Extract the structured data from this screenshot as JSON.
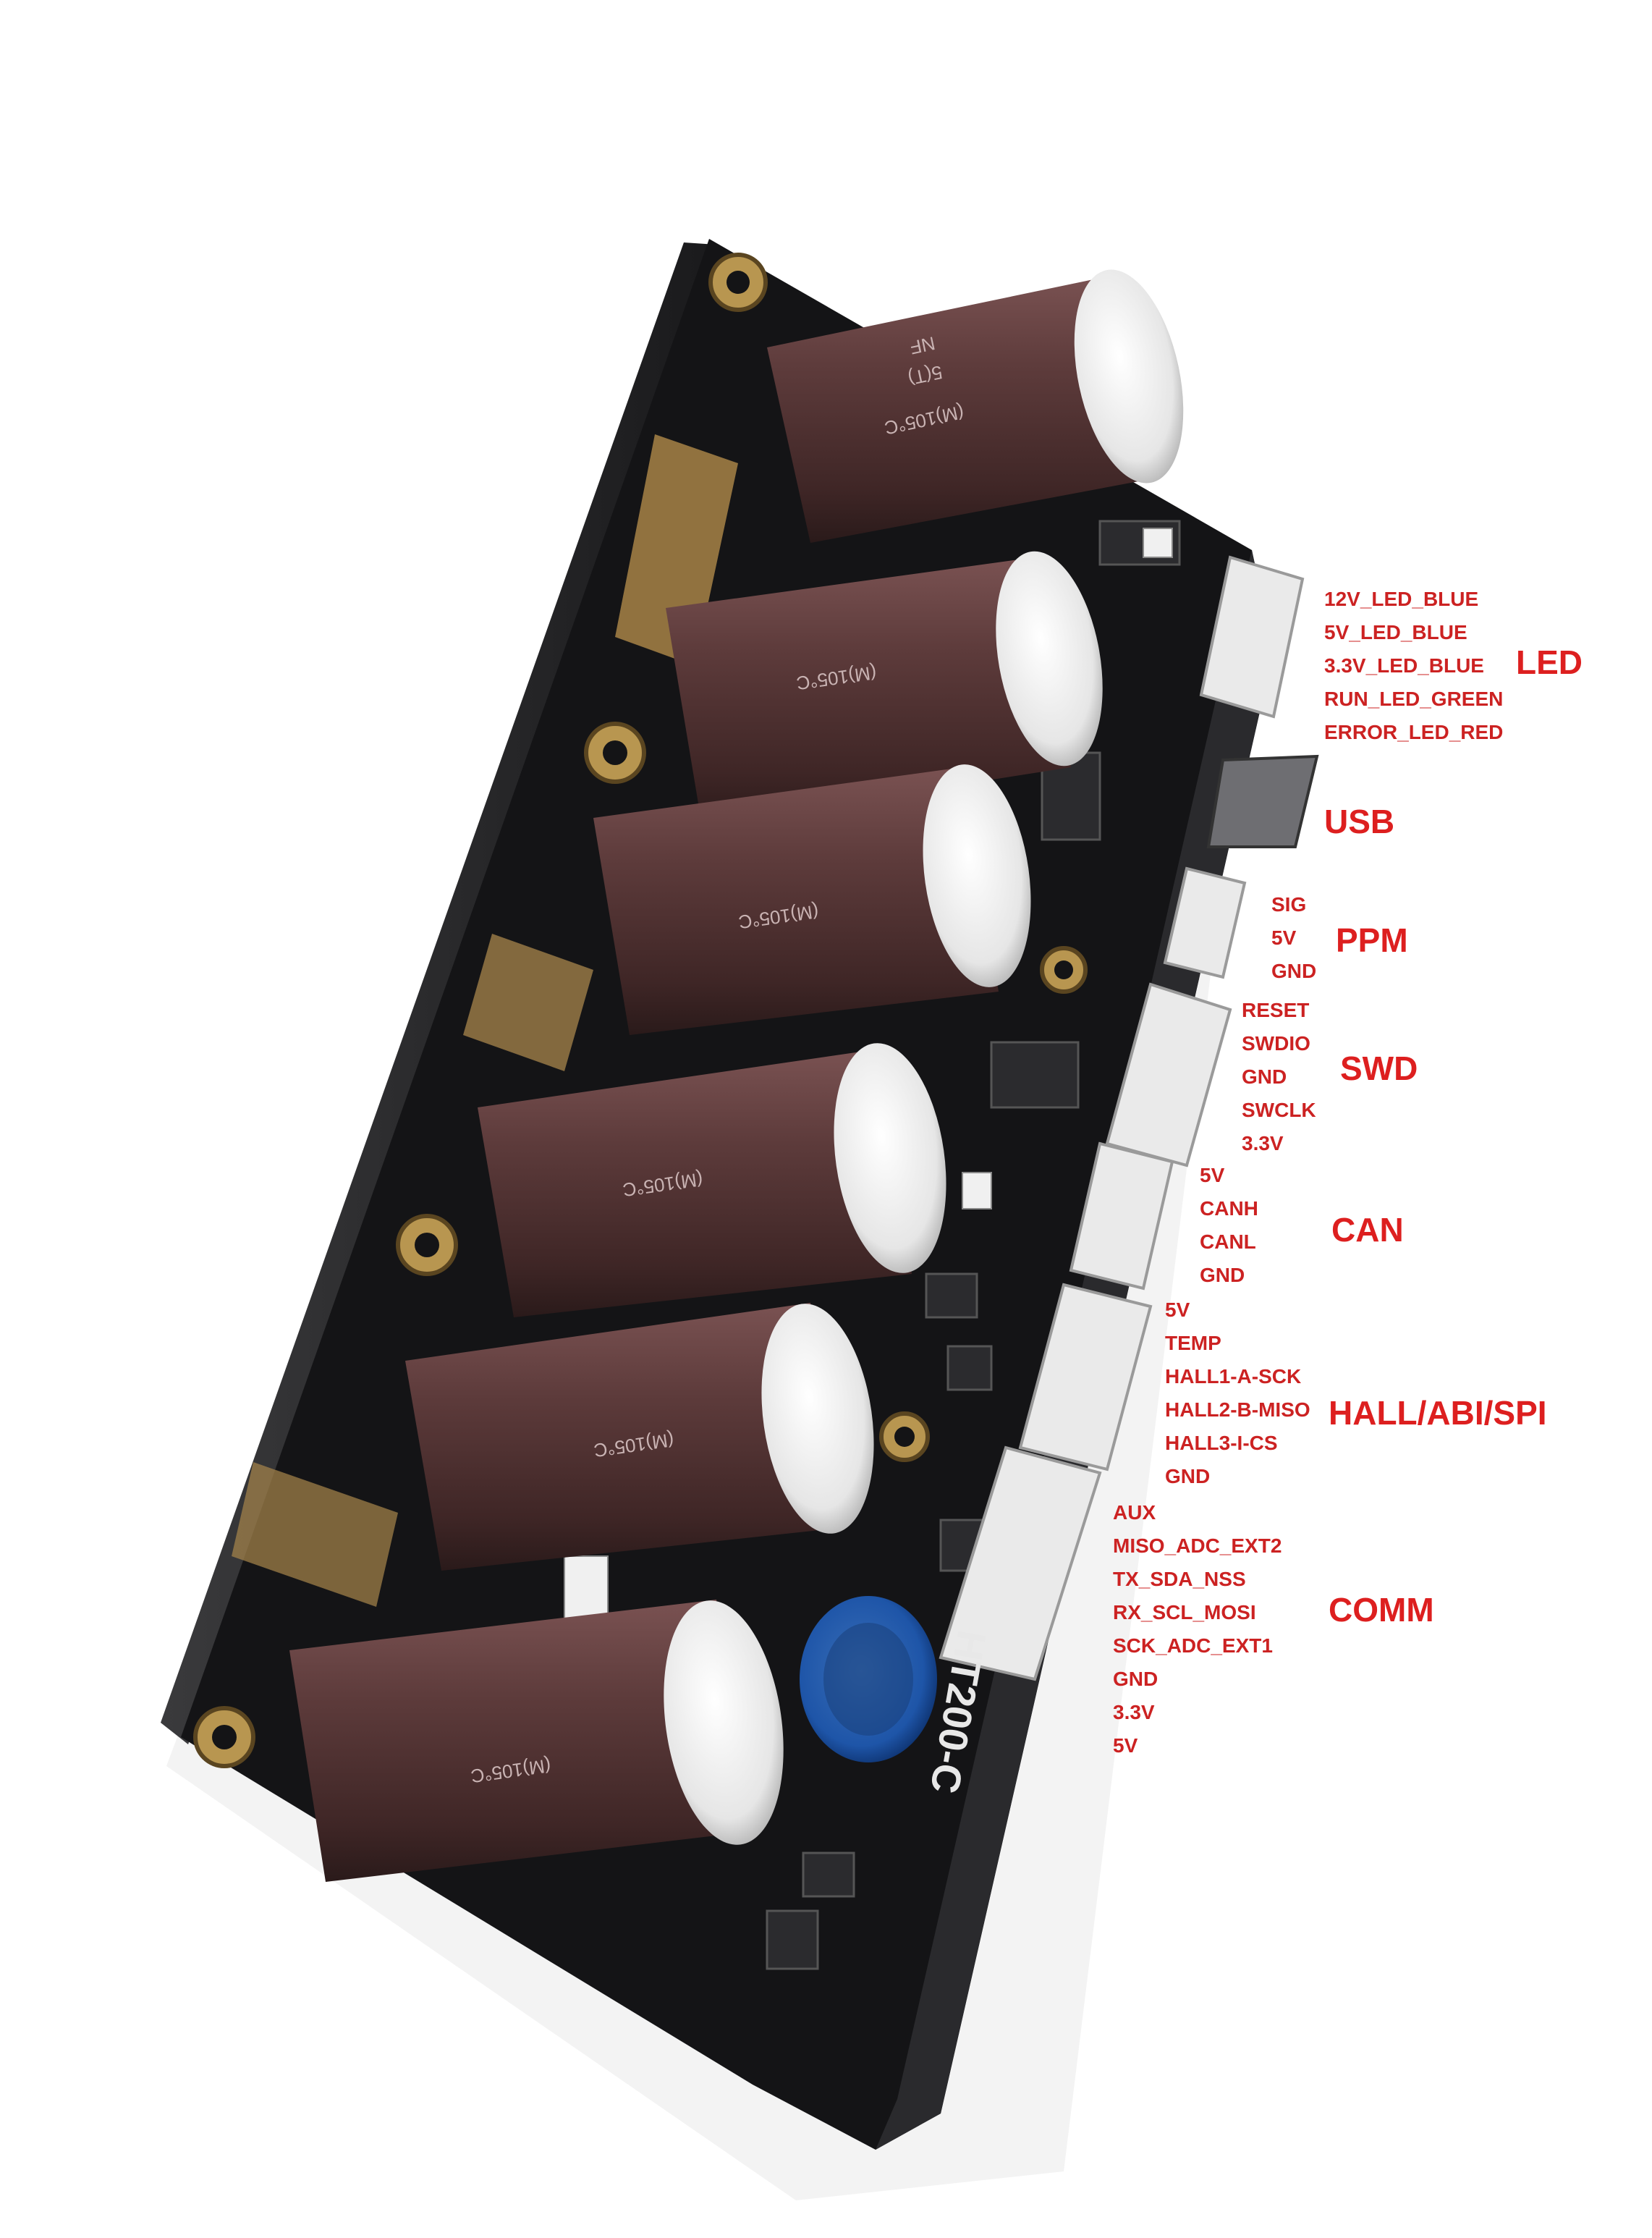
{
  "groups": {
    "led": {
      "title": "LED",
      "pins": [
        "12V_LED_BLUE",
        "5V_LED_BLUE",
        "3.3V_LED_BLUE",
        "RUN_LED_GREEN",
        "ERROR_LED_RED"
      ]
    },
    "usb": {
      "title": "USB"
    },
    "ppm": {
      "title": "PPM",
      "pins": [
        "SIG",
        "5V",
        "GND"
      ]
    },
    "swd": {
      "title": "SWD",
      "pins": [
        "RESET",
        "SWDIO",
        "GND",
        "SWCLK",
        "3.3V"
      ]
    },
    "can": {
      "title": "CAN",
      "pins": [
        "5V",
        "CANH",
        "CANL",
        "GND"
      ]
    },
    "hall": {
      "title": "HALL/ABI/SPI",
      "pins": [
        "5V",
        "TEMP",
        "HALL1-A-SCK",
        "HALL2-B-MISO",
        "HALL3-I-CS",
        "GND"
      ]
    },
    "comm": {
      "title": "COMM",
      "pins": [
        "AUX",
        "MISO_ADC_EXT2",
        "TX_SDA_NSS",
        "RX_SCL_MOSI",
        "SCK_ADC_EXT1",
        "GND",
        "3.3V",
        "5V"
      ]
    }
  },
  "board": {
    "silkscreen": "HT200-C"
  },
  "capacitors": {
    "marking": [
      "(M)105°C",
      "5(T)",
      "NF"
    ]
  },
  "colors": {
    "label": "#dd1f1f",
    "pcb": "#141416",
    "capacitor": "#5a3838",
    "background": "#ffffff"
  }
}
